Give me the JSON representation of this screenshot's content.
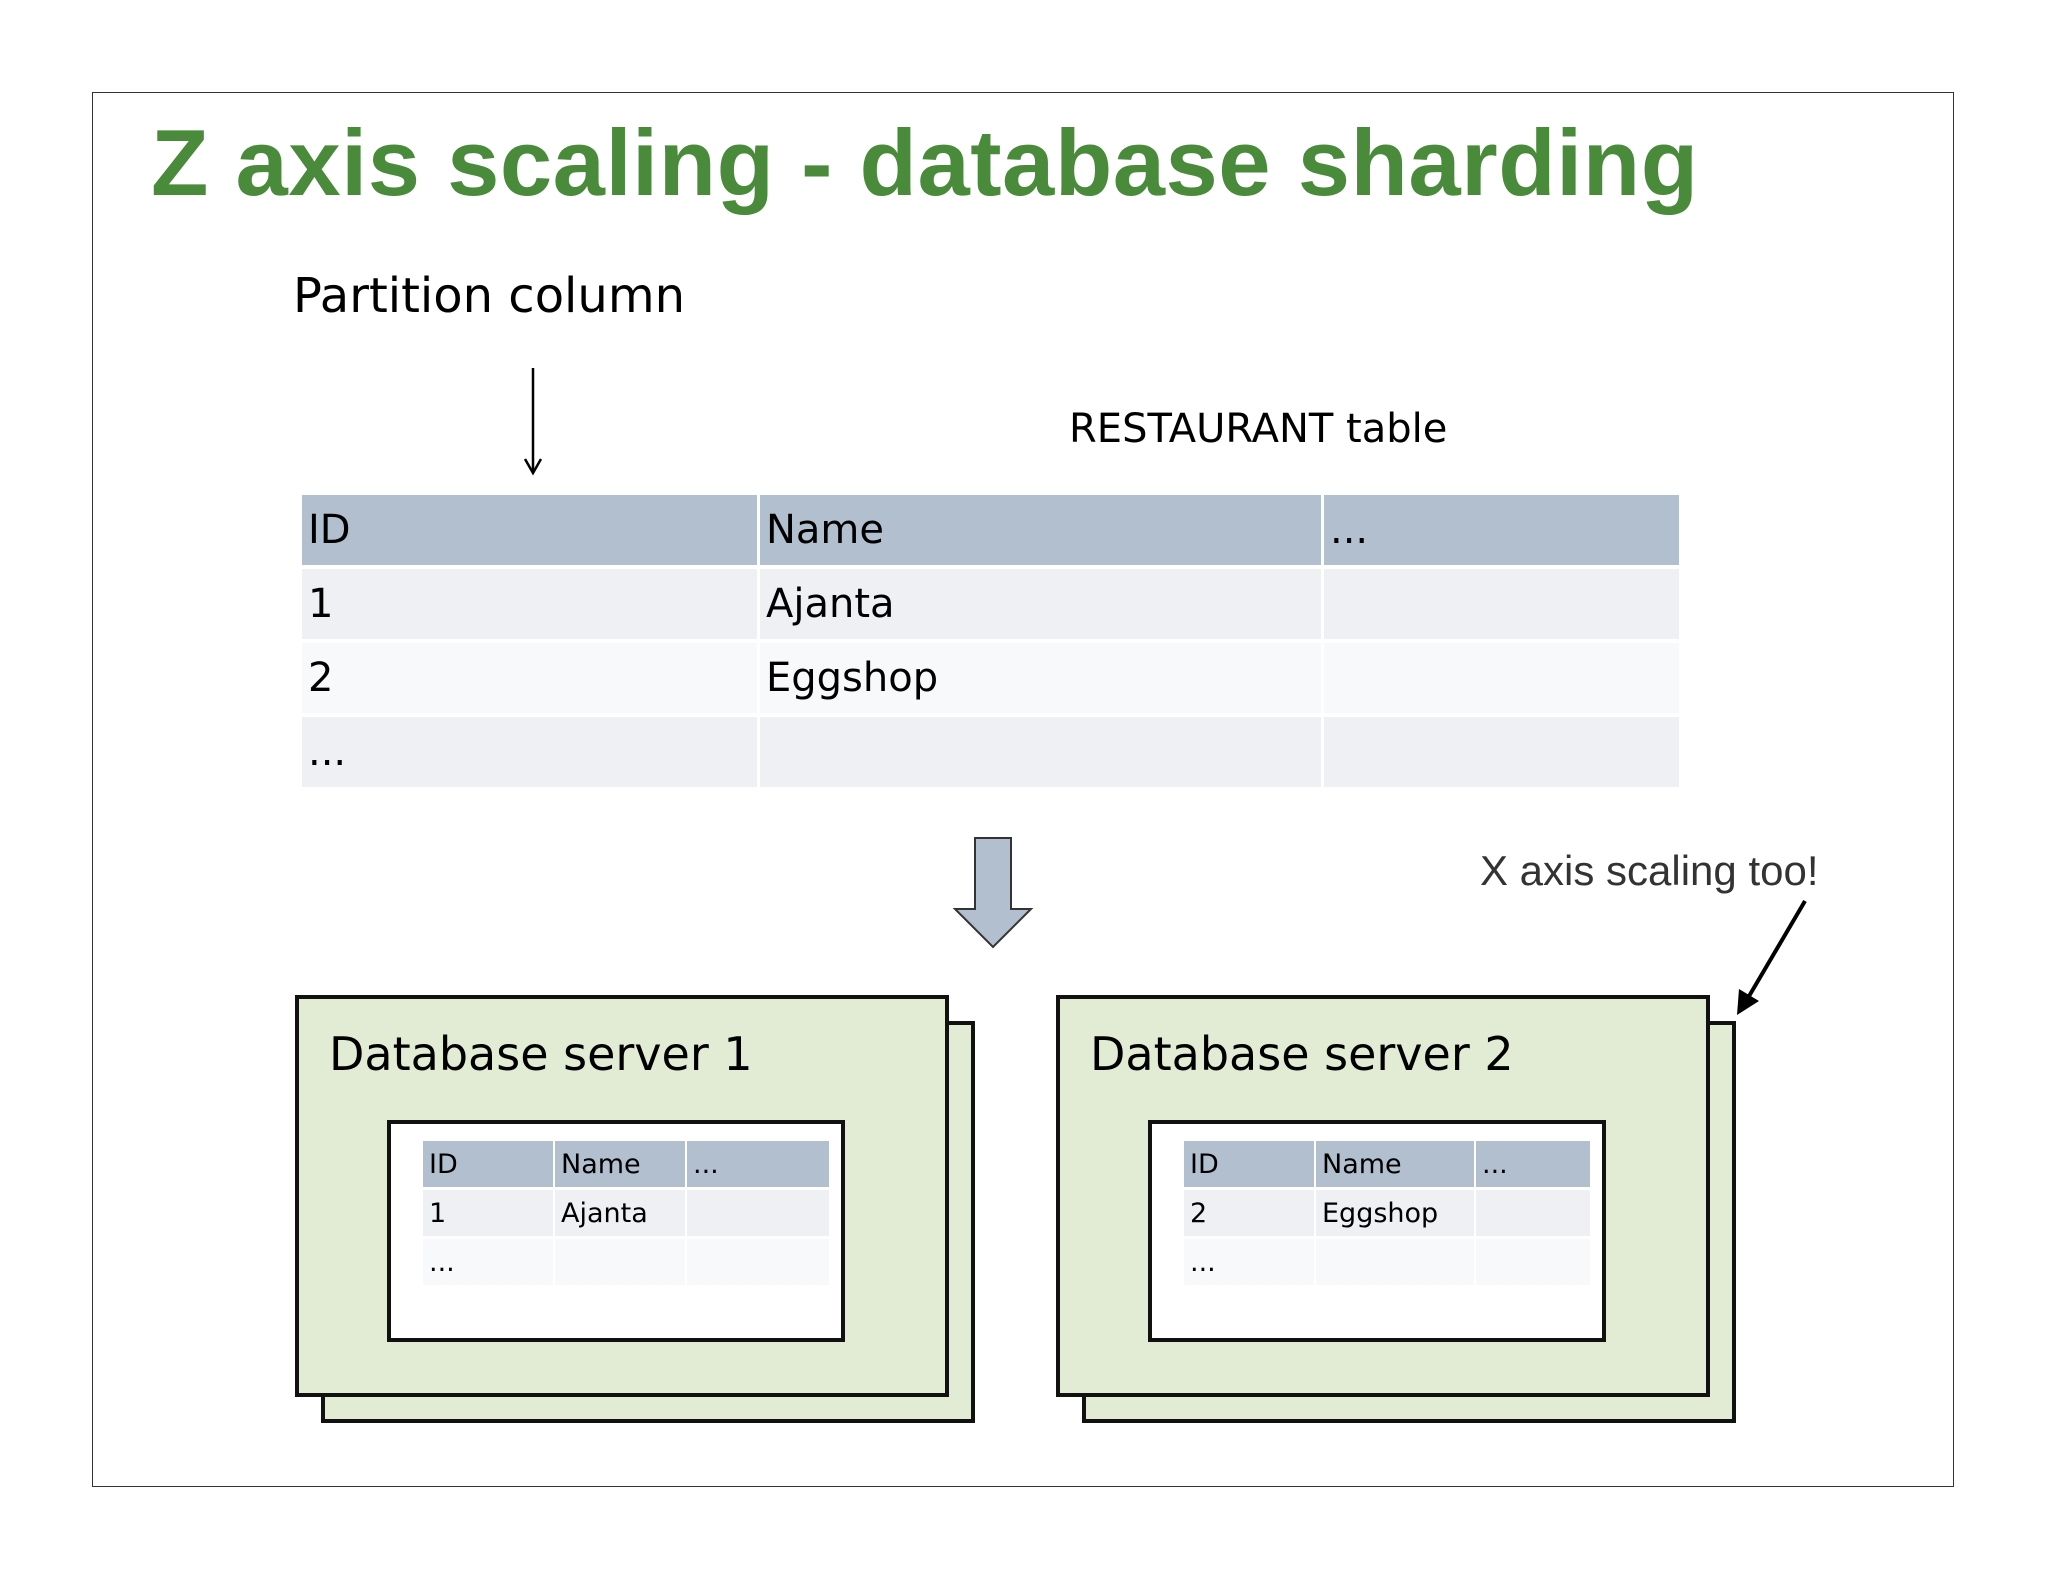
{
  "title": "Z axis scaling - database sharding",
  "partition_label": "Partition column",
  "table_label": "RESTAURANT table",
  "x_axis_note": "X axis scaling too!",
  "main_table": {
    "headers": [
      "ID",
      "Name",
      "..."
    ],
    "rows": [
      [
        "1",
        "Ajanta",
        ""
      ],
      [
        "2",
        "Eggshop",
        ""
      ],
      [
        "...",
        "",
        ""
      ]
    ]
  },
  "servers": [
    {
      "title": "Database server 1",
      "headers": [
        "ID",
        "Name",
        "..."
      ],
      "rows": [
        [
          "1",
          "Ajanta",
          ""
        ],
        [
          "...",
          "",
          ""
        ]
      ]
    },
    {
      "title": "Database server 2",
      "headers": [
        "ID",
        "Name",
        "..."
      ],
      "rows": [
        [
          "2",
          "Eggshop",
          ""
        ],
        [
          "...",
          "",
          ""
        ]
      ]
    }
  ],
  "colors": {
    "title": "#4a8a3b",
    "table_header": "#b1bfcf",
    "server_fill": "#e2ebd4",
    "arrow_fill": "#b1bfcf"
  }
}
